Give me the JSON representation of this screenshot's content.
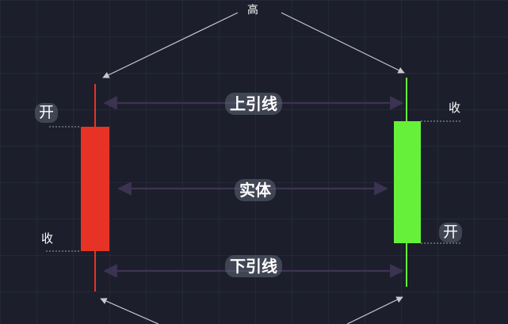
{
  "labels": {
    "high": "高",
    "upper_shadow": "上引线",
    "real_body": "实体",
    "lower_shadow": "下引线"
  },
  "bearish_candle": {
    "open": "开",
    "close": "收",
    "color": "#e63325"
  },
  "bullish_candle": {
    "close": "收",
    "open": "开",
    "color": "#66f03a"
  },
  "colors": {
    "background": "#1c1f2b",
    "arrow": "#c8c8d0",
    "guide_arrow": "#3c3352",
    "text": "#ffffff",
    "wick_red": "#e63325",
    "wick_green": "#66f03a"
  }
}
